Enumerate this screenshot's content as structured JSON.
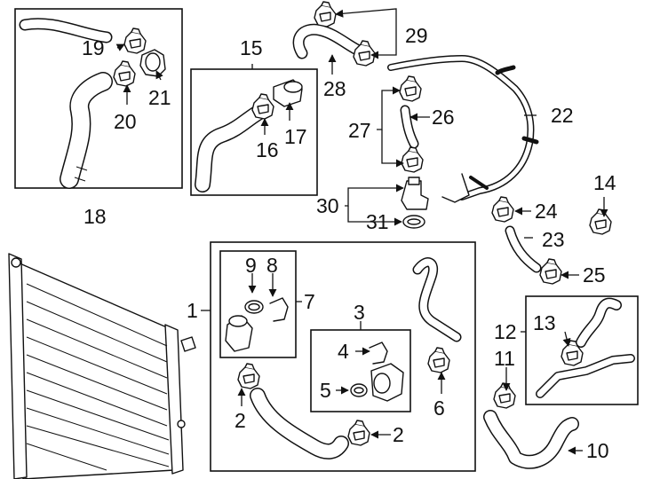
{
  "callouts": {
    "n1": "1",
    "n2": "2",
    "n3": "3",
    "n4": "4",
    "n5": "5",
    "n6": "6",
    "n7": "7",
    "n8": "8",
    "n9": "9",
    "n10": "10",
    "n11": "11",
    "n12": "12",
    "n13": "13",
    "n14": "14",
    "n15": "15",
    "n16": "16",
    "n17": "17",
    "n18": "18",
    "n19": "19",
    "n20": "20",
    "n21": "21",
    "n22": "22",
    "n23": "23",
    "n24": "24",
    "n25": "25",
    "n26": "26",
    "n27": "27",
    "n28": "28",
    "n29": "29",
    "n30": "30",
    "n31": "31"
  },
  "parts": {
    "radiator": "radiator-illustration",
    "hoses": "coolant-hose-illustration",
    "clamps": "hose-clamp-illustration",
    "pipe": "coolant-pipe-illustration"
  }
}
